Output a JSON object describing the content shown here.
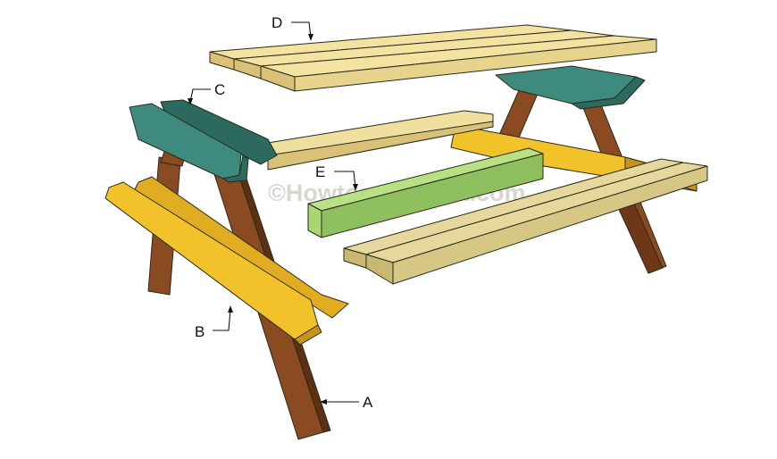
{
  "labels": {
    "a": "A",
    "b": "B",
    "c": "C",
    "d": "D",
    "e": "E"
  },
  "watermark": "©Howtospecialist.com",
  "colors": {
    "legs": "#8a4a22",
    "legs_dark": "#5e2f12",
    "seat_supports": "#f2c22a",
    "seat_supports_dark": "#c8931a",
    "top_supports": "#3f8a7e",
    "top_supports_dark": "#2c6a60",
    "tabletop": "#f4e3a0",
    "tabletop_dark": "#d9c278",
    "brace": "#a9d672",
    "brace_dark": "#7fae4c",
    "seats": "#e6d89c",
    "seats_dark": "#c9b872"
  }
}
